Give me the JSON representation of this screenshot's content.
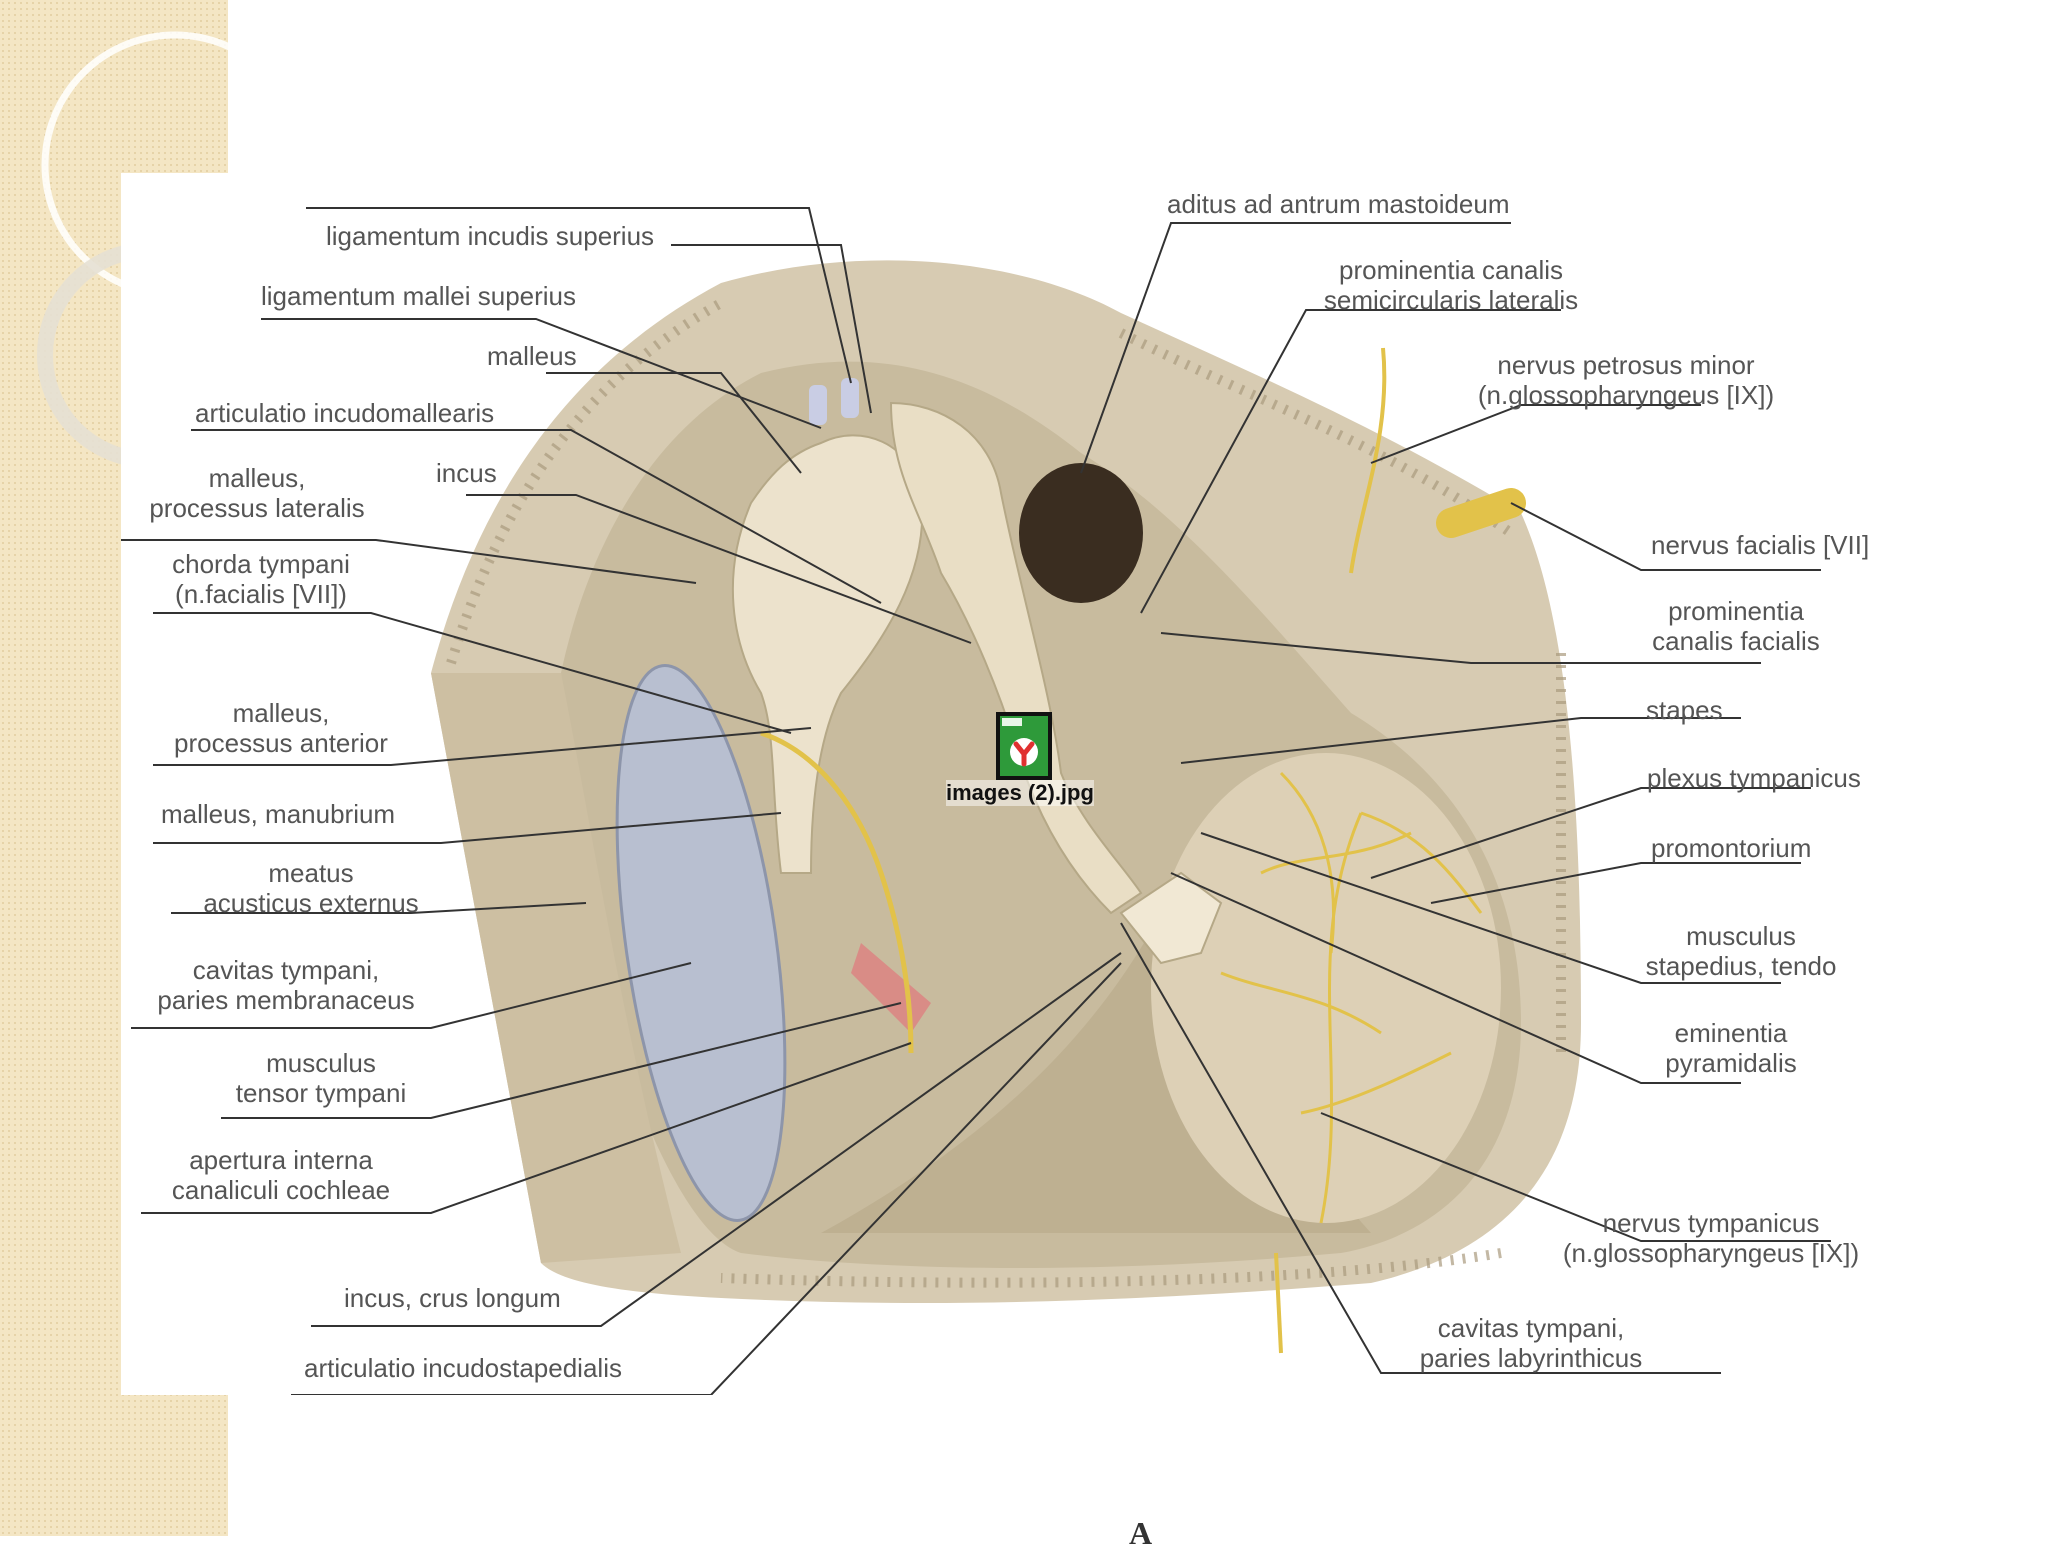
{
  "figure": {
    "letter": "A",
    "labels_left": {
      "lig_incudis": "ligamentum incudis superius",
      "lig_mallei": "ligamentum mallei superius",
      "malleus": "malleus",
      "art_incudomall": "articulatio incudomallearis",
      "malleus_lat": "malleus,\nprocessus lateralis",
      "incus": "incus",
      "chorda": "chorda tympani\n(n.facialis [VII])",
      "malleus_ant": "malleus,\nprocessus anterior",
      "manubrium": "malleus, manubrium",
      "meatus": "meatus\nacusticus externus",
      "cavitas_memb": "cavitas tympani,\nparies membranaceus",
      "tensor": "musculus\ntensor tympani",
      "apertura": "apertura interna\ncanaliculi cochleae",
      "crus": "incus, crus longum",
      "art_incudostap": "articulatio incudostapedialis"
    },
    "labels_right": {
      "aditus": "aditus ad antrum mastoideum",
      "prom_semicirc": "prominentia canalis\nsemicircularis lateralis",
      "petrosus": "nervus petrosus minor\n(n.glossopharyngeus [IX])",
      "facialis": "nervus facialis [VII]",
      "prom_facialis": "prominentia\ncanalis facialis",
      "stapes": "stapes",
      "plexus": "plexus tympanicus",
      "promontorium": "promontorium",
      "stapedius": "musculus\nstapedius, tendo",
      "eminentia": "eminentia\npyramidalis",
      "tympanicus": "nervus tympanicus\n(n.glossopharyngeus [IX])",
      "cavitas_lab": "cavitas tympani,\nparies labyrinthicus"
    }
  },
  "file_icon": {
    "name": "file-icon",
    "label": "images (2).jpg"
  },
  "colors": {
    "slide_band": "#f4e6c4",
    "bone": "#d8ccb4",
    "nerve": "#e2c24a",
    "eardrum": "#b8bfd0",
    "leader": "#333333"
  }
}
